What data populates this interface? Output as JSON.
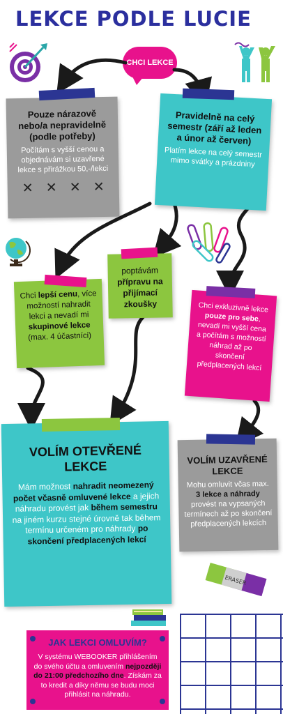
{
  "title": "LEKCE PODLE LUCIE",
  "start": "CHCI LEKCE",
  "colors": {
    "title": "#2b2f9e",
    "gray": "#9b9b9b",
    "teal": "#3ec6c8",
    "green": "#8cc63f",
    "pink": "#e8128c",
    "navy": "#2b3593",
    "purple": "#7a2fa6"
  },
  "cards": {
    "irregular": {
      "heading": "Pouze nárazově nebo/a nepravidelně (podle potřeby)",
      "body": "Počítám s vyšší cenou a objednávám si uzavřené lekce s přirážkou 50,-/lekci",
      "marks": [
        "✕",
        "✕",
        "✕",
        "✕"
      ]
    },
    "semester": {
      "heading": "Pravidelně na celý semestr (září až leden a únor až červen)",
      "body": "Platím lekce na celý semestr mimo svátky a prázdniny"
    },
    "lower_price": {
      "t1": "Chci ",
      "b1": "lepší cenu",
      "t2": ", více možností nahradit lekci a nevadí mi ",
      "b2": "skupinové lekce",
      "t3": " (max. 4 účastníci)"
    },
    "exam": {
      "t1": "poptávám ",
      "b1": "přípravu na přijímací zkoušky"
    },
    "exclusive": {
      "t1": "Chci exkluzivně lekce ",
      "b1": "pouze pro sebe",
      "t2": ", nevadí mi vyšší cena a počítám s možností náhrad až po skončení předplacených lekcí"
    },
    "open": {
      "heading": "VOLÍM OTEVŘENÉ LEKCE",
      "t1": "Mám možnost ",
      "b1": "nahradit neomezený počet včasně omluvené lekce",
      "t2": " a jejich náhradu provést jak ",
      "b2": "během semestru",
      "t3": " na jiném kurzu stejné úrovně tak během termínu určeném pro náhrady ",
      "b3": "po skončení předplacených lekcí"
    },
    "closed": {
      "heading": "VOLÍM UZAVŘENÉ LEKCE",
      "t1": "Mohu omluvit včas max. ",
      "b1": "3 lekce a náhrady",
      "t2": " provést na vypsaných termínech až po skončení předplacených lekcích"
    },
    "excuse": {
      "heading": "JAK LEKCI OMLUVÍM?",
      "t1": "V systému WEBOOKER přihlášením do svého účtu a omluvením ",
      "b1": "nejpozději do 21:00 předchozího dne",
      "t2": ". Získám za to kredit a díky němu se budu moci přihlásit na náhradu."
    }
  },
  "eraser_label": "ERASER"
}
